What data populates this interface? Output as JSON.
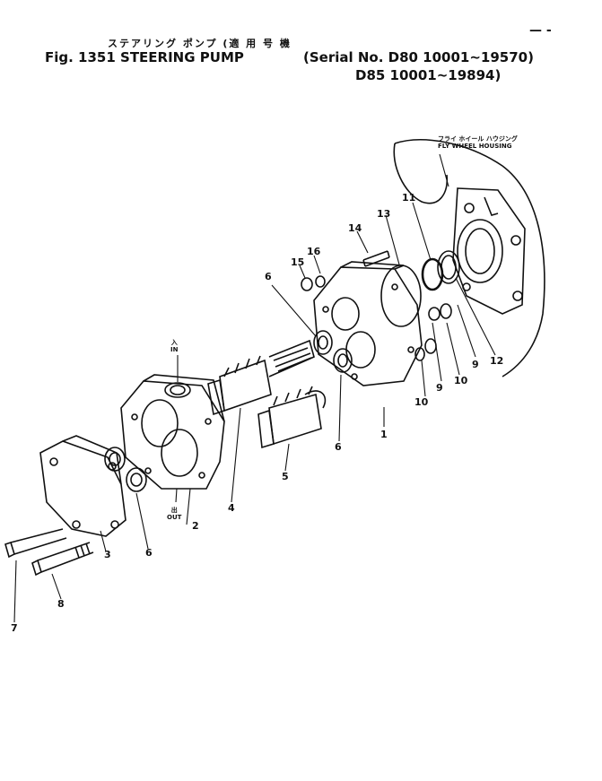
{
  "header": {
    "jp_title": "ステアリング ポンプ (適 用 号 機",
    "fig_title": "Fig. 1351  STEERING  PUMP",
    "serial_1": "(Serial No.  D80  10001~19570)",
    "serial_2": "D85  10001~19894)",
    "page_mark": "— -"
  },
  "flywheel": {
    "jp": "フライ ホイール ハウジング",
    "en": "FLY WHEEL HOUSING"
  },
  "ports": {
    "in_jp": "入",
    "in_en": "IN",
    "out_jp": "出",
    "out_en": "OUT"
  },
  "callouts": [
    "1",
    "2",
    "3",
    "4",
    "5",
    "6",
    "6",
    "6",
    "7",
    "8",
    "9",
    "9",
    "10",
    "10",
    "11",
    "12",
    "13",
    "14",
    "15",
    "16"
  ]
}
